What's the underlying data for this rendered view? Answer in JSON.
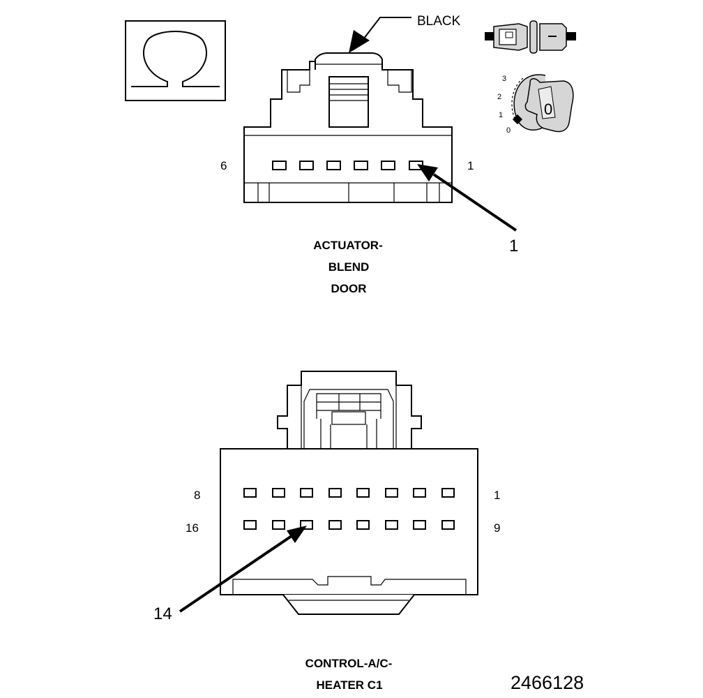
{
  "symbol": {
    "name": "ohm-icon"
  },
  "top_connector": {
    "color_label": "BLACK",
    "pin_left": "6",
    "pin_right": "1",
    "callout": "1",
    "title_lines": [
      "ACTUATOR-",
      "BLEND",
      "DOOR"
    ]
  },
  "switch_icons": {
    "positions": [
      "3",
      "2",
      "1",
      "0"
    ],
    "knob_label": "0"
  },
  "bottom_connector": {
    "row1_left": "8",
    "row1_right": "1",
    "row2_left": "16",
    "row2_right": "9",
    "callout": "14",
    "title_lines": [
      "CONTROL-A/C-",
      "HEATER C1"
    ]
  },
  "figure_number": "2466128"
}
